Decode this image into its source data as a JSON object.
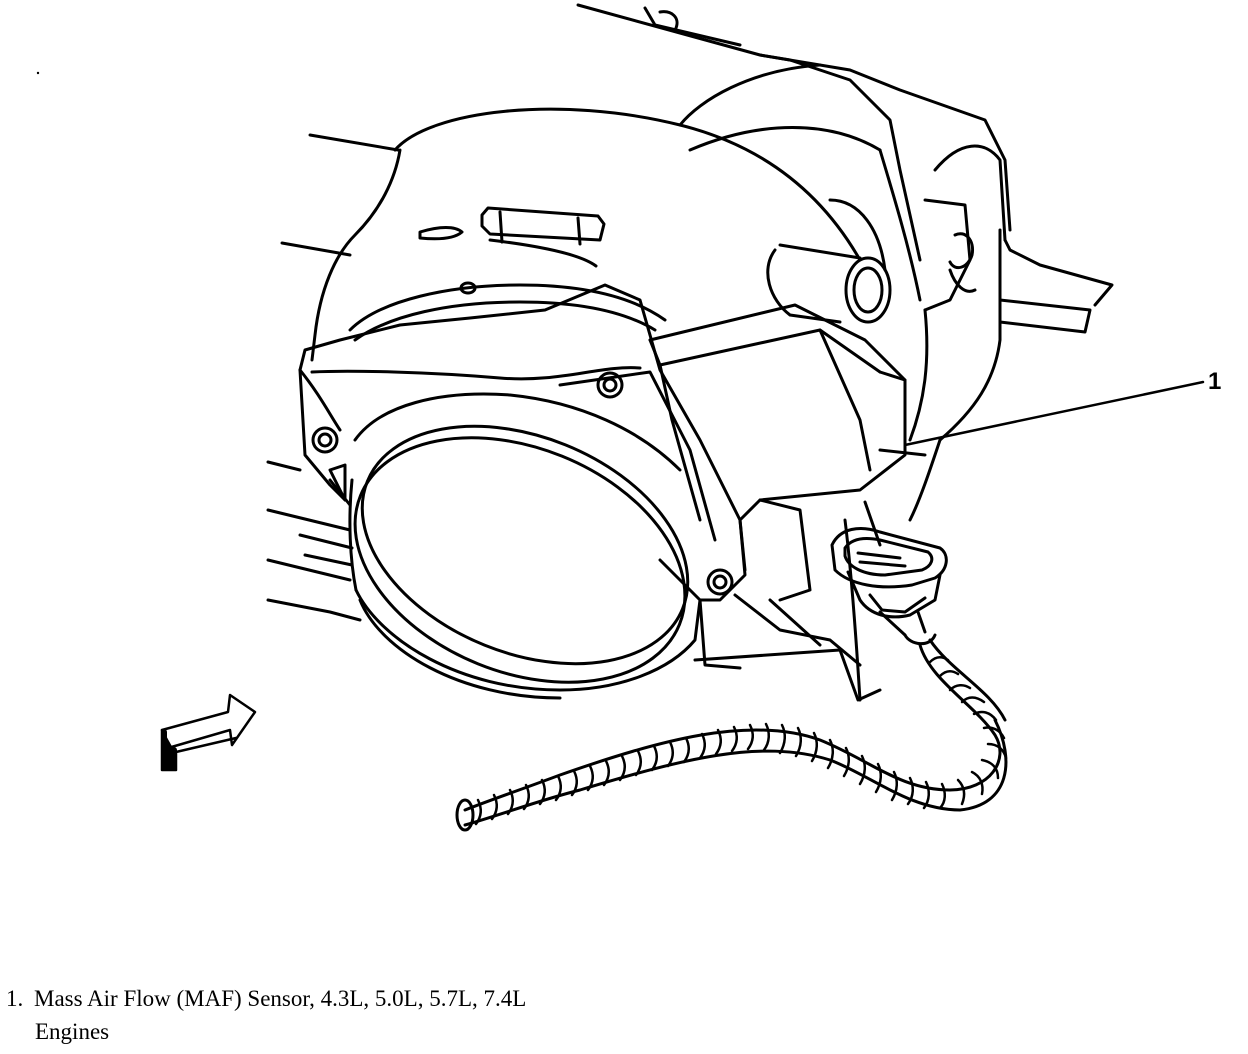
{
  "callout": {
    "number": "1"
  },
  "legend": {
    "items": [
      {
        "number": "1.",
        "text_line1": "Mass Air Flow (MAF) Sensor, 4.3L, 5.0L, 5.7L, 7.4L",
        "text_line2": "Engines"
      }
    ]
  },
  "icons": [
    "airflow-arrow-icon"
  ],
  "colors": {
    "ink": "#000000",
    "paper": "#ffffff"
  }
}
